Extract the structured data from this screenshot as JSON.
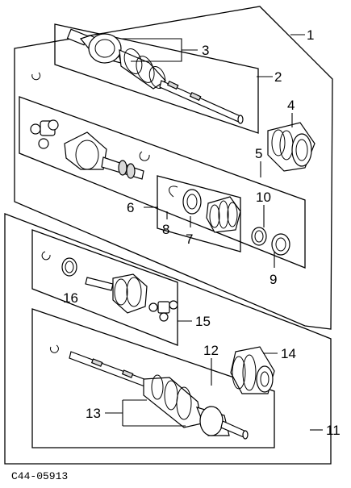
{
  "diagram": {
    "callouts": [
      {
        "id": "c1",
        "label": "1"
      },
      {
        "id": "c2",
        "label": "2"
      },
      {
        "id": "c3",
        "label": "3"
      },
      {
        "id": "c4",
        "label": "4"
      },
      {
        "id": "c5",
        "label": "5"
      },
      {
        "id": "c6",
        "label": "6"
      },
      {
        "id": "c7",
        "label": "7"
      },
      {
        "id": "c8",
        "label": "8"
      },
      {
        "id": "c9",
        "label": "9"
      },
      {
        "id": "c10",
        "label": "10"
      },
      {
        "id": "c11",
        "label": "11"
      },
      {
        "id": "c12",
        "label": "12"
      },
      {
        "id": "c13",
        "label": "13"
      },
      {
        "id": "c14",
        "label": "14"
      },
      {
        "id": "c15",
        "label": "15"
      },
      {
        "id": "c16",
        "label": "16"
      }
    ],
    "code": "C44-05913"
  }
}
